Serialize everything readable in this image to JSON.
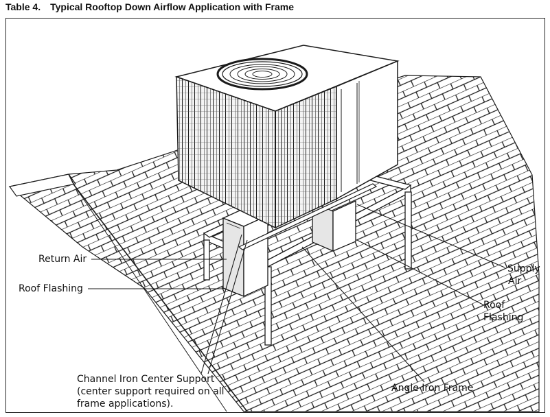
{
  "title": {
    "number": "Table 4.",
    "text": "Typical Rooftop Down Airflow Application with Frame"
  },
  "labels": {
    "return_air": "Return Air",
    "roof_flashing_left": "Roof Flashing",
    "supply_air_1": "Supply",
    "supply_air_2": "Air",
    "roof_flashing_right_1": "Roof",
    "roof_flashing_right_2": "Flashing",
    "channel_iron_1": "Channel Iron Center Support",
    "channel_iron_2": "(center support required on all",
    "channel_iron_3": "frame applications).",
    "angle_iron": "Angle Iron Frame"
  },
  "colors": {
    "line": "#1a1a1a",
    "background": "#ffffff",
    "shade": "#e6e6e6"
  }
}
